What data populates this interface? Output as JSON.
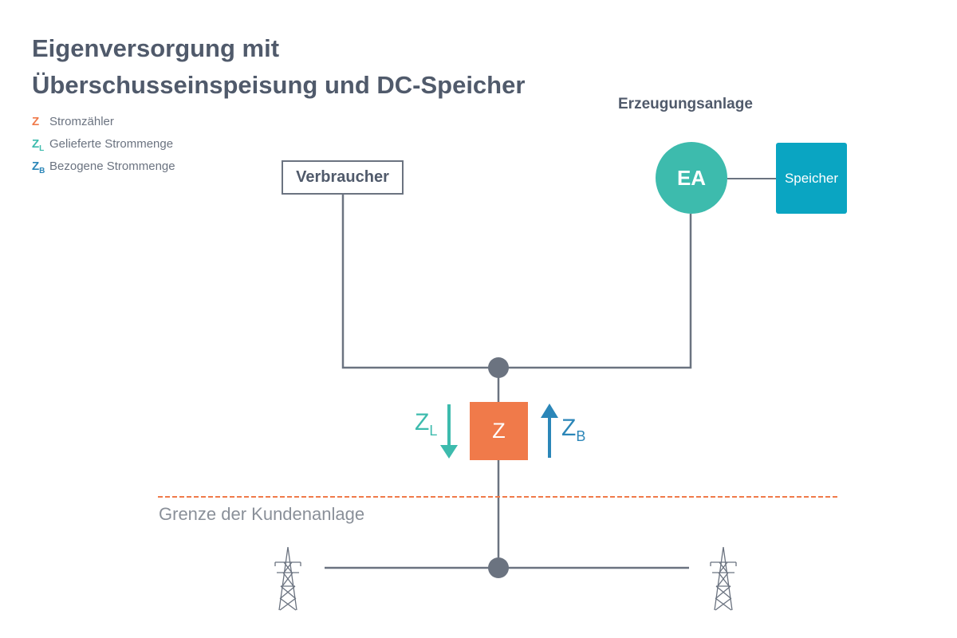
{
  "title": {
    "line1": "Eigenversorgung mit",
    "line2": "Überschusseinspeisung und DC-Speicher"
  },
  "legend": [
    {
      "symbol": "Z",
      "sub": "",
      "label": "Stromzähler",
      "color": "#f07a4a"
    },
    {
      "symbol": "Z",
      "sub": "L",
      "label": "Gelieferte Strommenge",
      "color": "#3dbbad"
    },
    {
      "symbol": "Z",
      "sub": "B",
      "label": "Bezogene Strommenge",
      "color": "#2b86b8"
    }
  ],
  "diagram": {
    "generation_label": "Erzeugungsanlage",
    "consumer_label": "Verbraucher",
    "ea_label": "EA",
    "storage_label": "Speicher",
    "meter_label": "Z",
    "zl": {
      "symbol": "Z",
      "sub": "L"
    },
    "zb": {
      "symbol": "Z",
      "sub": "B"
    },
    "boundary_label": "Grenze der Kundenanlage"
  },
  "colors": {
    "title": "#505a6b",
    "line": "#6b7380",
    "node": "#6b7380",
    "ea": "#3dbbad",
    "storage": "#0aa5c2",
    "meter": "#f07a4a",
    "zl_arrow": "#3dbbad",
    "zb_arrow": "#2b86b8",
    "boundary": "#f07a4a"
  }
}
